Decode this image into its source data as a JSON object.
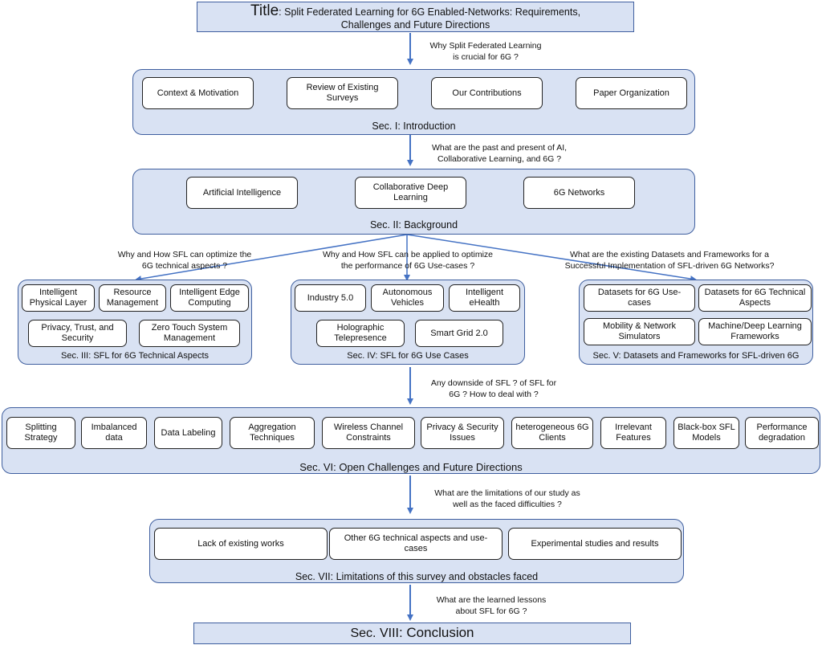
{
  "title": {
    "label": "Title",
    "text_line1": ": Split Federated Learning for 6G Enabled-Networks: Requirements,",
    "text_line2": "Challenges and Future Directions"
  },
  "questions": {
    "q1_line1": "Why Split Federated Learning",
    "q1_line2": "is crucial for 6G  ?",
    "q2_line1": "What are the past and present of AI,",
    "q2_line2": "Collaborative Learning, and 6G ?",
    "q3a_line1": "Why and How SFL can optimize the",
    "q3a_line2": "6G technical aspects ?",
    "q3b_line1": "Why and How SFL can be applied  to optimize",
    "q3b_line2": "the performance of 6G Use-cases ?",
    "q3c_line1": "What are the existing Datasets and Frameworks for a",
    "q3c_line2": "Successful Implementation of SFL-driven 6G Networks?",
    "q4_line1": "Any downside of SFL ? of SFL for",
    "q4_line2": "6G ? How to deal with ?",
    "q5_line1": "What are the limitations of our study as",
    "q5_line2": "well as the faced difficulties ?",
    "q6_line1": "What are the learned lessons",
    "q6_line2": "about SFL for 6G ?"
  },
  "sec1": {
    "label": "Sec. I: Introduction",
    "items": [
      "Context & Motivation",
      "Review of Existing Surveys",
      "Our Contributions",
      "Paper Organization"
    ]
  },
  "sec2": {
    "label": "Sec. II: Background",
    "items": [
      "Artificial Intelligence",
      "Collaborative Deep Learning",
      "6G Networks"
    ]
  },
  "sec3": {
    "label": "Sec. III: SFL for 6G Technical Aspects",
    "items": [
      "Intelligent Physical Layer",
      "Resource Management",
      "Intelligent Edge Computing",
      "Privacy, Trust, and Security",
      "Zero Touch System Management"
    ]
  },
  "sec4": {
    "label": "Sec. IV: SFL for 6G Use Cases",
    "items": [
      "Industry 5.0",
      "Autonomous Vehicles",
      "Intelligent eHealth",
      "Holographic Telepresence",
      "Smart Grid 2.0"
    ]
  },
  "sec5": {
    "label": "Sec. V: Datasets and Frameworks for SFL-driven 6G",
    "items": [
      "Datasets for 6G Use-cases",
      "Datasets for 6G Technical Aspects",
      "Mobility & Network Simulators",
      "Machine/Deep Learning Frameworks"
    ]
  },
  "sec6": {
    "label": "Sec. VI: Open Challenges and Future Directions",
    "items": [
      "Splitting Strategy",
      "Imbalanced data",
      "Data Labeling",
      "Aggregation Techniques",
      "Wireless Channel Constraints",
      "Privacy & Security Issues",
      "heterogeneous 6G Clients",
      "Irrelevant Features",
      "Black-box SFL Models",
      "Performance degradation"
    ]
  },
  "sec7": {
    "label": "Sec. VII: Limitations of this survey and obstacles faced",
    "items": [
      "Lack of existing works",
      "Other 6G technical aspects and use-cases",
      "Experimental studies and results"
    ]
  },
  "conclusion": {
    "prefix": "Sec. VIII",
    "rest": ": Conclusion"
  },
  "colors": {
    "panel_fill": "#d9e2f3",
    "panel_border": "#3f5f9f",
    "arrow": "#4472c4",
    "box_border": "#222222"
  }
}
